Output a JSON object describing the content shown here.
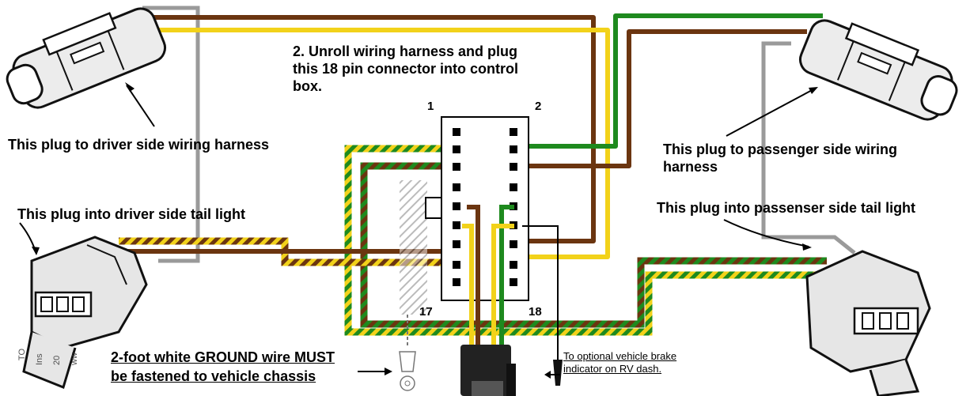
{
  "labels": {
    "step2": [
      "2. Unroll wiring harness and plug",
      "this 18 pin connector into control",
      "box."
    ],
    "driver_harness": "This plug to driver side wiring harness",
    "driver_tail": "This plug into driver side tail light",
    "passenger_harness": [
      "This plug to passenger side wiring",
      "harness"
    ],
    "passenger_tail": "This plug into passenser side tail light",
    "ground": [
      "2-foot white GROUND wire MUST",
      "be fastened to vehicle chassis"
    ],
    "brake_note": [
      "To optional vehicle brake",
      "indicator on RV dash."
    ],
    "pin_1": "1",
    "pin_2": "2",
    "pin_17": "17",
    "pin_18": "18",
    "side_fragment": [
      "TO",
      "Ins",
      "20",
      "ww"
    ]
  },
  "colors": {
    "brown": "#6b3510",
    "yellow": "#f2d21a",
    "green": "#1e8a1e",
    "gray": "#9a9a9a",
    "black": "#000000"
  },
  "icons": [
    "driver-harness-connector-icon",
    "passenger-harness-connector-icon",
    "driver-tail-connector-icon",
    "passenger-tail-connector-icon",
    "ring-terminal-icon",
    "control-box-plug-icon"
  ]
}
